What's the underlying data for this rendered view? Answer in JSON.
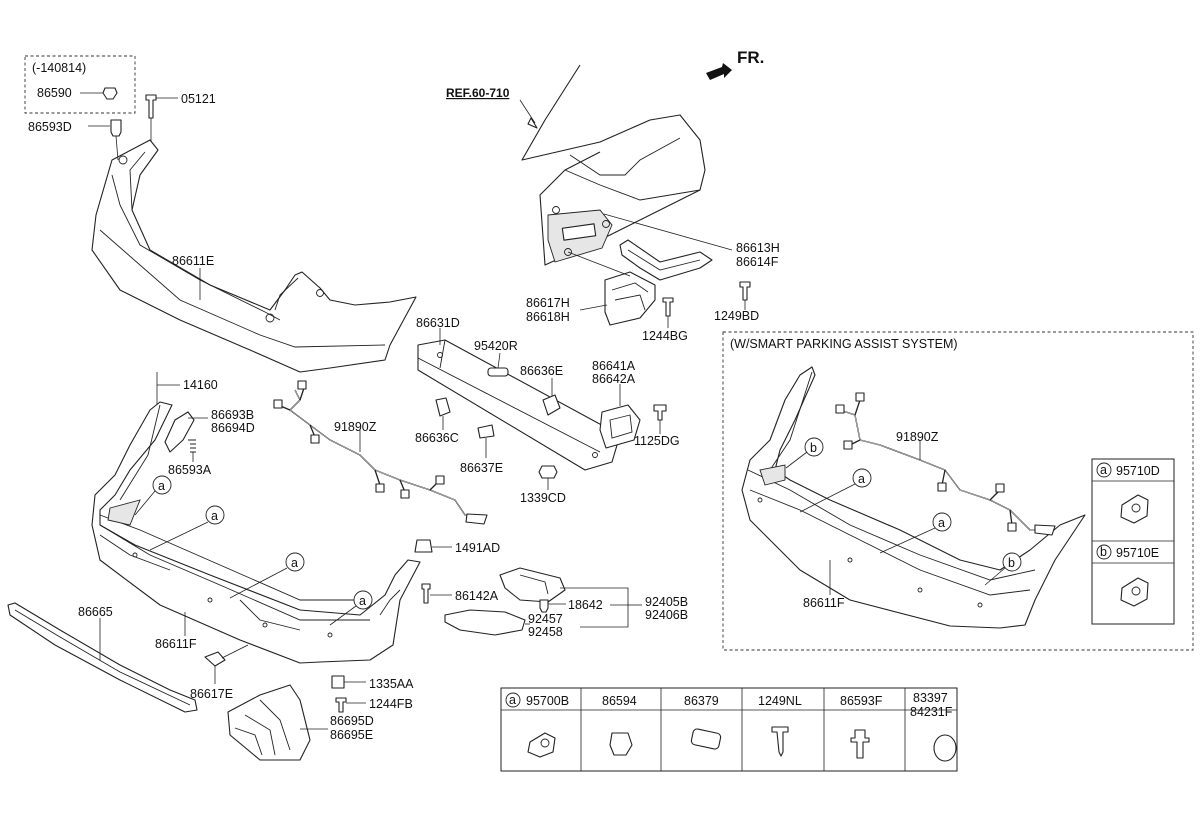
{
  "header": {
    "ref_label": "REF.60-710",
    "front_label": "FR."
  },
  "variant_box": {
    "label": "(-140814)",
    "part": "86590"
  },
  "labels": {
    "p05121": "05121",
    "p86593D": "86593D",
    "p86611E": "86611E",
    "p86613H": "86613H",
    "p86614F": "86614F",
    "p86617H": "86617H",
    "p86618H": "86618H",
    "p1244BG": "1244BG",
    "p1249BD": "1249BD",
    "p86631D": "86631D",
    "p95420R": "95420R",
    "p86636E": "86636E",
    "p86641A": "86641A",
    "p86642A": "86642A",
    "p86636C": "86636C",
    "p86637E": "86637E",
    "p1125DG": "1125DG",
    "p1339CD": "1339CD",
    "p14160": "14160",
    "p86693B": "86693B",
    "p86694D": "86694D",
    "p86593A": "86593A",
    "p91890Z": "91890Z",
    "p1491AD": "1491AD",
    "p86142A": "86142A",
    "p18642": "18642",
    "p92405B": "92405B",
    "p92406B": "92406B",
    "p92457": "92457",
    "p92458": "92458",
    "p86665": "86665",
    "p86611F": "86611F",
    "p86617E": "86617E",
    "p1335AA": "1335AA",
    "p1244FB": "1244FB",
    "p86695D": "86695D",
    "p86695E": "86695E"
  },
  "callouts": {
    "a": "a",
    "b": "b"
  },
  "inset": {
    "title": "(W/SMART PARKING ASSIST SYSTEM)",
    "harness": "91890Z",
    "bumper": "86611F",
    "legend_a": "95710D",
    "legend_b": "95710E"
  },
  "parts_table": {
    "headers": [
      "95700B",
      "86594",
      "86379",
      "1249NL",
      "86593F",
      "83397",
      "84231F"
    ],
    "first_callout": "a"
  }
}
